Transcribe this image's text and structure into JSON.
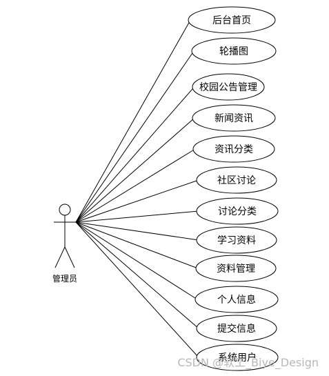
{
  "actor": {
    "name": "管理员"
  },
  "use_cases": [
    {
      "label": "后台首页"
    },
    {
      "label": "轮播图"
    },
    {
      "label": "校园公告管理"
    },
    {
      "label": "新闻资讯"
    },
    {
      "label": "资讯分类"
    },
    {
      "label": "社区讨论"
    },
    {
      "label": "讨论分类"
    },
    {
      "label": "学习资料"
    },
    {
      "label": "资料管理"
    },
    {
      "label": "个人信息"
    },
    {
      "label": "提交信息"
    },
    {
      "label": "系统用户"
    }
  ],
  "watermark": "CSDN @软工_Biye_Design"
}
